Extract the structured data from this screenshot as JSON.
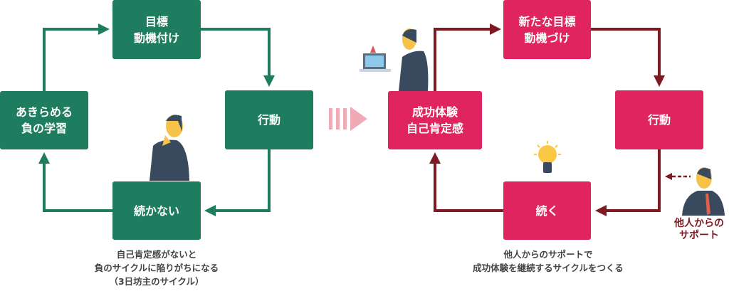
{
  "left_cycle": {
    "goal": "目標\n動機付け",
    "action": "行動",
    "not_continue": "続かない",
    "give_up": "あきらめる\n負の学習",
    "caption": "自己肯定感がないと\n負のサイクルに陥りがちになる\n（3日坊主のサイクル）",
    "color": "#1e7d5f"
  },
  "right_cycle": {
    "goal": "新たな目標\n動機づけ",
    "action": "行動",
    "continue": "続く",
    "success": "成功体験\n自己肯定感",
    "support_label": "他人からの\nサポート",
    "caption": "他人からのサポートで\n成功体験を継続するサイクルをつくる",
    "color": "#e0245f",
    "arrow_color": "#7d1a22"
  }
}
